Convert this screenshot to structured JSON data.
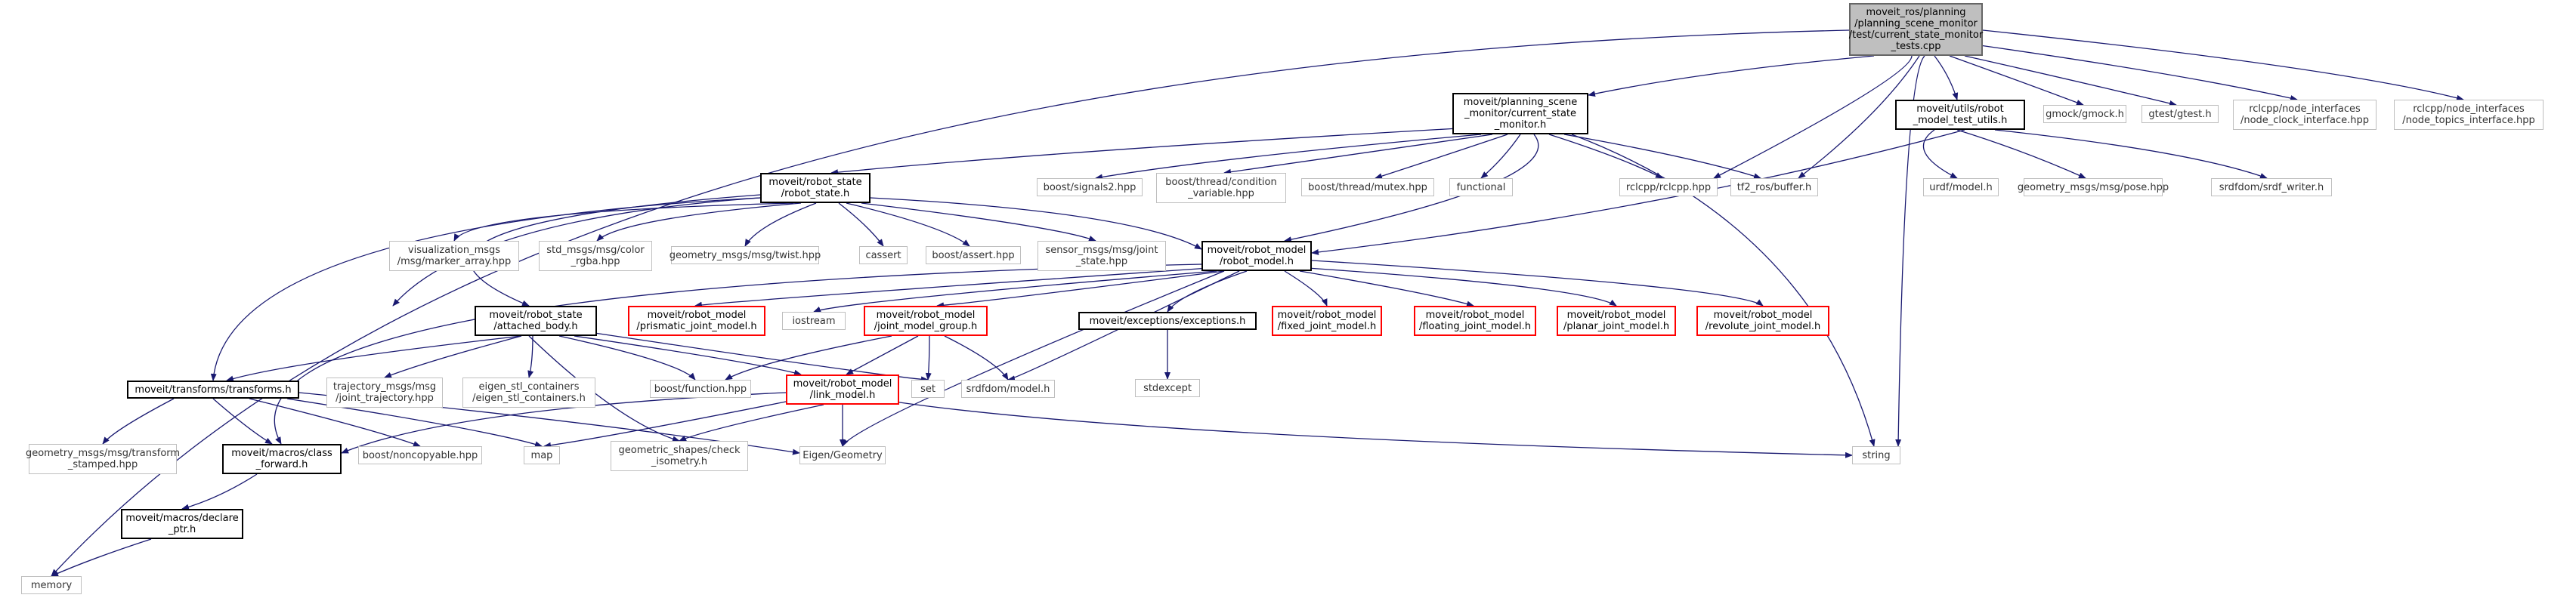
{
  "colors": {
    "edge": "#191970",
    "edge_ext": "#666666",
    "root_fill": "#bfbfbf",
    "missing_border": "#ff0000",
    "external_border": "#bfbfbf",
    "main_border": "#000000"
  },
  "nodes": {
    "root": {
      "label": "moveit_ros/planning\n/planning_scene_monitor\n/test/current_state_monitor\n_tests.cpp"
    },
    "csm": {
      "label": "moveit/planning_scene\n_monitor/current_state\n_monitor.h"
    },
    "rmtu": {
      "label": "moveit/utils/robot\n_model_test_utils.h"
    },
    "gmock": {
      "label": "gmock/gmock.h"
    },
    "gtest": {
      "label": "gtest/gtest.h"
    },
    "clock": {
      "label": "rclcpp/node_interfaces\n/node_clock_interface.hpp"
    },
    "topics": {
      "label": "rclcpp/node_interfaces\n/node_topics_interface.hpp"
    },
    "rs": {
      "label": "moveit/robot_state\n/robot_state.h"
    },
    "signals": {
      "label": "boost/signals2.hpp"
    },
    "condvar": {
      "label": "boost/thread/condition\n_variable.hpp"
    },
    "mutex": {
      "label": "boost/thread/mutex.hpp"
    },
    "functional": {
      "label": "functional"
    },
    "rclcpp": {
      "label": "rclcpp/rclcpp.hpp"
    },
    "tf2": {
      "label": "tf2_ros/buffer.h"
    },
    "urdf": {
      "label": "urdf/model.h"
    },
    "pose": {
      "label": "geometry_msgs/msg/pose.hpp"
    },
    "srdfw": {
      "label": "srdfdom/srdf_writer.h"
    },
    "vis": {
      "label": "visualization_msgs\n/msg/marker_array.hpp"
    },
    "color": {
      "label": "std_msgs/msg/color\n_rgba.hpp"
    },
    "twist": {
      "label": "geometry_msgs/msg/twist.hpp"
    },
    "cassert": {
      "label": "cassert"
    },
    "bassert": {
      "label": "boost/assert.hpp"
    },
    "jstate": {
      "label": "sensor_msgs/msg/joint\n_state.hpp"
    },
    "rm": {
      "label": "moveit/robot_model\n/robot_model.h"
    },
    "ab": {
      "label": "moveit/robot_state\n/attached_body.h"
    },
    "pjm": {
      "label": "moveit/robot_model\n/prismatic_joint_model.h"
    },
    "iostream": {
      "label": "iostream"
    },
    "jmg": {
      "label": "moveit/robot_model\n/joint_model_group.h"
    },
    "exc": {
      "label": "moveit/exceptions/exceptions.h"
    },
    "fjm": {
      "label": "moveit/robot_model\n/fixed_joint_model.h"
    },
    "flj": {
      "label": "moveit/robot_model\n/floating_joint_model.h"
    },
    "plj": {
      "label": "moveit/robot_model\n/planar_joint_model.h"
    },
    "rvj": {
      "label": "moveit/robot_model\n/revolute_joint_model.h"
    },
    "tt": {
      "label": "moveit/transforms/transforms.h"
    },
    "traj": {
      "label": "trajectory_msgs/msg\n/joint_trajectory.hpp"
    },
    "eigstl": {
      "label": "eigen_stl_containers\n/eigen_stl_containers.h"
    },
    "bfunc": {
      "label": "boost/function.hpp"
    },
    "lm": {
      "label": "moveit/robot_model\n/link_model.h"
    },
    "set": {
      "label": "set"
    },
    "srdfm": {
      "label": "srdfdom/model.h"
    },
    "stdexcept": {
      "label": "stdexcept"
    },
    "string": {
      "label": "string"
    },
    "gts": {
      "label": "geometry_msgs/msg/transform\n_stamped.hpp"
    },
    "cf": {
      "label": "moveit/macros/class\n_forward.h"
    },
    "noncopy": {
      "label": "boost/noncopyable.hpp"
    },
    "map": {
      "label": "map"
    },
    "gsi": {
      "label": "geometric_shapes/check\n_isometry.h"
    },
    "eigen": {
      "label": "Eigen/Geometry"
    },
    "dp": {
      "label": "moveit/macros/declare\n_ptr.h"
    },
    "memory": {
      "label": "memory"
    }
  }
}
